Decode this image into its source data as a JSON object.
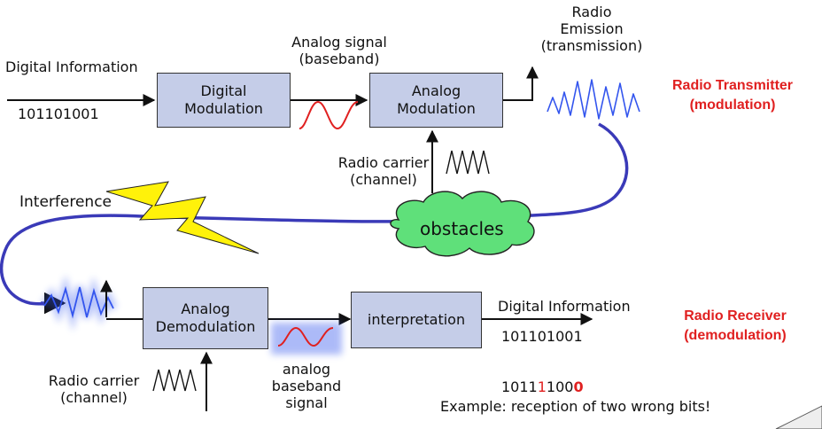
{
  "colors": {
    "box_fill": "#c5cde8",
    "accent_red": "#e02020",
    "channel_blue": "#3a3ab8",
    "wave_blue": "#3355ee",
    "cloud_green": "#5fe07a",
    "lightning_yellow": "#fff20a"
  },
  "transmitter": {
    "digital_info_label": "Digital Information",
    "bits": "101101001",
    "digital_mod_line1": "Digital",
    "digital_mod_line2": "Modulation",
    "analog_signal_line1": "Analog signal",
    "analog_signal_line2": "(baseband)",
    "analog_mod_line1": "Analog",
    "analog_mod_line2": "Modulation",
    "carrier_line1": "Radio carrier",
    "carrier_line2": "(channel)",
    "emission_line1": "Radio",
    "emission_line2": "Emission",
    "emission_line3": "(transmission)",
    "title_line1": "Radio Transmitter",
    "title_line2": "(modulation)"
  },
  "channel": {
    "interference_label": "Interference",
    "obstacles_label": "obstacles"
  },
  "receiver": {
    "demod_line1": "Analog",
    "demod_line2": "Demodulation",
    "interpretation_label": "interpretation",
    "digital_info_label": "Digital Information",
    "bits": "101101001",
    "carrier_line1": "Radio carrier",
    "carrier_line2": "(channel)",
    "baseband_line1": "analog",
    "baseband_line2": "baseband",
    "baseband_line3": "signal",
    "title_line1": "Radio Receiver",
    "title_line2": "(demodulation)",
    "received_bits_part1": "1011",
    "received_bits_err1": "1",
    "received_bits_part2": "100",
    "received_bits_err2": "0",
    "example_text": "Example: reception of two wrong bits!"
  }
}
